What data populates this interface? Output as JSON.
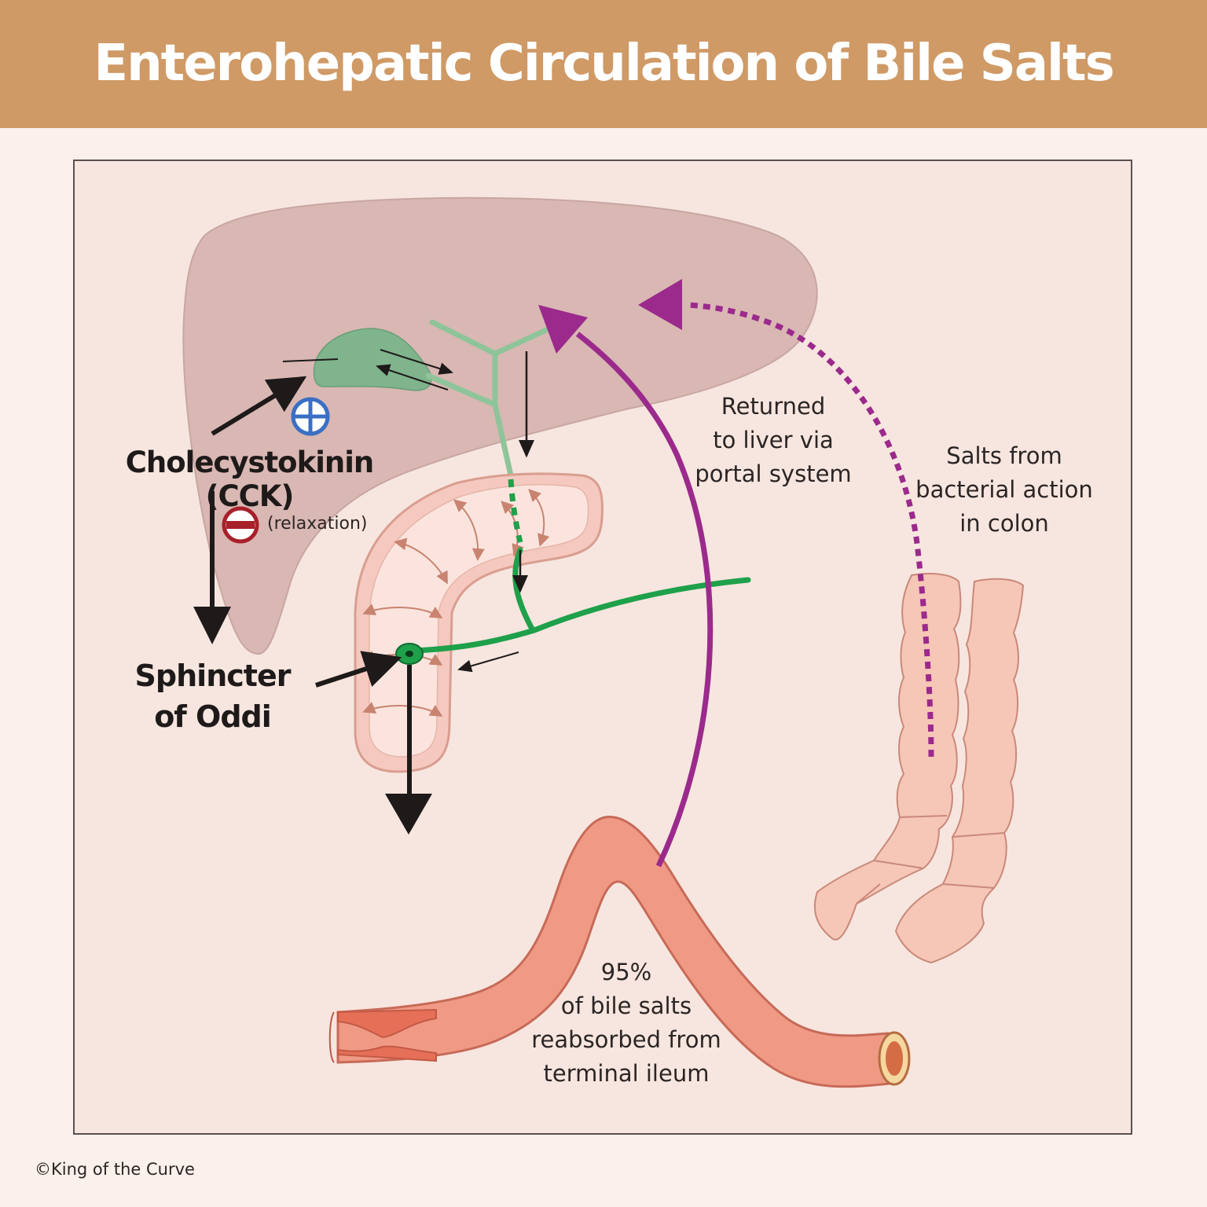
{
  "title": "Enterohepatic Circulation of Bile Salts",
  "labels": {
    "cck": "Cholecystokinin (CCK)",
    "relaxation": "(relaxation)",
    "sphincter_line1": "Sphincter",
    "sphincter_line2": "of Oddi",
    "returned_line1": "Returned",
    "returned_line2": "to liver via",
    "returned_line3": "portal system",
    "salts_line1": "Salts from",
    "salts_line2": "bacterial action",
    "salts_line3": "in colon",
    "reabsorbed_line1": "95%",
    "reabsorbed_line2": "of bile salts",
    "reabsorbed_line3": "reabsorbed from",
    "reabsorbed_line4": "terminal ileum"
  },
  "copyright": "©King of the Curve",
  "icons": {
    "stimulation": "plus-circle-icon",
    "inhibition": "minus-circle-icon"
  },
  "colors": {
    "banner": "#cf9a66",
    "liver": "#d9b7b3",
    "gallbladder": "#7fb48c",
    "bile_duct": "#1fa04a",
    "portal_arrow": "#9b2a8c",
    "duodenum": "#f5c9bf",
    "ileum": "#f09a86",
    "colon": "#f6c6b6",
    "stimulation": "#3a6fc4",
    "inhibition": "#a8202a"
  }
}
